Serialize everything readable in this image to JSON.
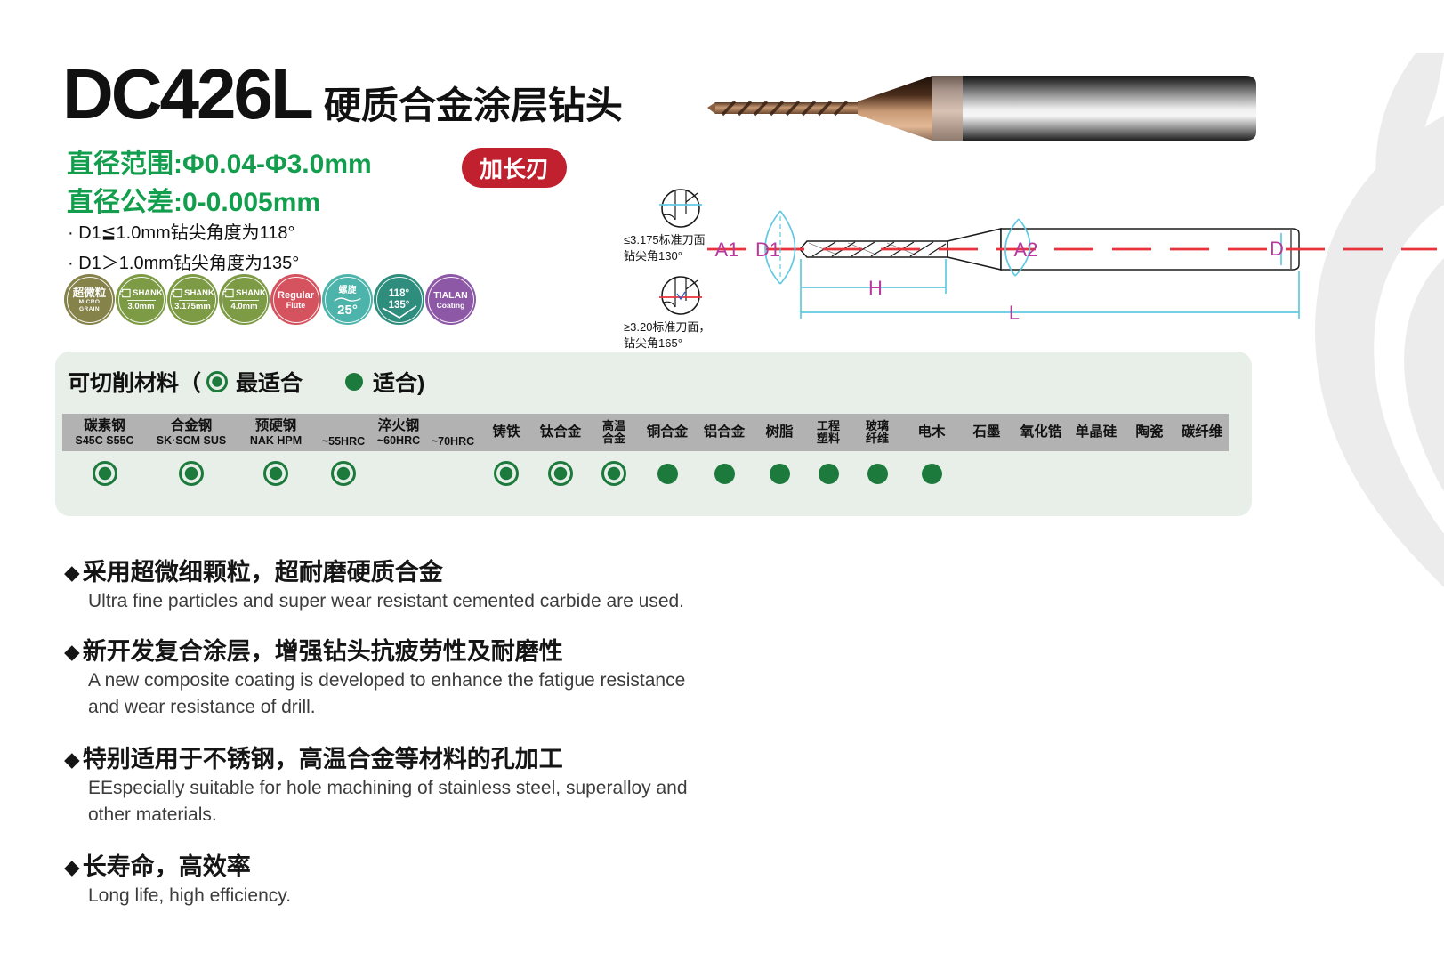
{
  "colors": {
    "accent_green": "#129e4d",
    "flag_red": "#c1202e",
    "mark": "#1c7a3c",
    "magenta": "#b6399b",
    "cyan": "#62c9e2",
    "line_red": "#e8323c",
    "panel_bg": "#e8efe9",
    "strip_gray": "#b2b2b2"
  },
  "header": {
    "model": "DC426L",
    "subtitle": "硬质合金涂层钻头",
    "spec_lines": [
      "直径范围:Φ0.04-Φ3.0mm",
      "直径公差:0-0.005mm"
    ],
    "flag": "加长刃",
    "notes": [
      "· D1≦1.0mm钻尖角度为118°",
      "· D1＞1.0mm钻尖角度为135°"
    ]
  },
  "feature_badges": [
    {
      "name": "micro-grain",
      "line1": "超微粒",
      "line2": "MICRO",
      "line3": "GRAIN",
      "color": "#85824a"
    },
    {
      "name": "shank-3.0mm",
      "line1": "SHANK",
      "line2": "3.0mm",
      "color": "#7d9a45"
    },
    {
      "name": "shank-3.175mm",
      "line1": "SHANK",
      "line2": "3.175mm",
      "color": "#7d9a45"
    },
    {
      "name": "shank-4.0mm",
      "line1": "SHANK",
      "line2": "4.0mm",
      "color": "#7d9a45"
    },
    {
      "name": "regular-flute",
      "line1": "Regular",
      "line2": "Flute",
      "color": "#d5525f"
    },
    {
      "name": "helix-25",
      "line1": "螺旋",
      "line2": "25°",
      "color": "#4cb4aa"
    },
    {
      "name": "point-angle-118-135",
      "line1": "118°",
      "line2": "135°",
      "color": "#2f8d7e"
    },
    {
      "name": "tialan-coating",
      "line1": "TIALAN",
      "line2": "Coating",
      "color": "#8d58a6"
    }
  ],
  "diagram": {
    "views": [
      {
        "line1": "≤3.175标准刀面",
        "line2": "钻尖角130°"
      },
      {
        "line1": "≥3.20标准刀面，",
        "line2": "钻尖角165°"
      }
    ],
    "labels": {
      "a1": "A1",
      "d1": "D1",
      "a2": "A2",
      "d": "D",
      "h": "H",
      "l": "L"
    }
  },
  "materials": {
    "title": "可切削材料（",
    "legend_best": "最适合",
    "legend_good": "适合)",
    "columns": [
      {
        "top": "碳素钢",
        "top2": "",
        "sub": "S45C S55C",
        "mark": "best"
      },
      {
        "top": "合金钢",
        "top2": "",
        "sub": "SK·SCM SUS",
        "mark": "best"
      },
      {
        "top": "预硬钢",
        "top2": "",
        "sub": "NAK HPM",
        "mark": "best"
      },
      {
        "top": "",
        "top2": "",
        "sub": "~55HRC",
        "mark": "best"
      },
      {
        "top": "淬火钢",
        "top2": "",
        "sub": "~60HRC",
        "mark": "none"
      },
      {
        "top": "",
        "top2": "",
        "sub": "~70HRC",
        "mark": "none"
      },
      {
        "top": "铸铁",
        "top2": "",
        "sub": "",
        "mark": "best"
      },
      {
        "top": "钛合金",
        "top2": "",
        "sub": "",
        "mark": "best"
      },
      {
        "top": "高温",
        "top2": "合金",
        "sub": "",
        "mark": "best"
      },
      {
        "top": "铜合金",
        "top2": "",
        "sub": "",
        "mark": "good"
      },
      {
        "top": "铝合金",
        "top2": "",
        "sub": "",
        "mark": "good"
      },
      {
        "top": "树脂",
        "top2": "",
        "sub": "",
        "mark": "good"
      },
      {
        "top": "工程",
        "top2": "塑料",
        "sub": "",
        "mark": "good"
      },
      {
        "top": "玻璃",
        "top2": "纤维",
        "sub": "",
        "mark": "good"
      },
      {
        "top": "电木",
        "top2": "",
        "sub": "",
        "mark": "good"
      },
      {
        "top": "石墨",
        "top2": "",
        "sub": "",
        "mark": "none"
      },
      {
        "top": "氧化锆",
        "top2": "",
        "sub": "",
        "mark": "none"
      },
      {
        "top": "单晶硅",
        "top2": "",
        "sub": "",
        "mark": "none"
      },
      {
        "top": "陶瓷",
        "top2": "",
        "sub": "",
        "mark": "none"
      },
      {
        "top": "碳纤维",
        "top2": "",
        "sub": "",
        "mark": "none"
      }
    ]
  },
  "bullet_glyph": "◆",
  "features": [
    {
      "zh": "采用超微细颗粒，超耐磨硬质合金",
      "en1": "Ultra fine particles and super wear resistant cemented carbide are used.",
      "en2": ""
    },
    {
      "zh": "新开发复合涂层，增强钻头抗疲劳性及耐磨性",
      "en1": "A new composite coating is developed to enhance the fatigue resistance",
      "en2": "and wear resistance of drill."
    },
    {
      "zh": "特别适用于不锈钢，高温合金等材料的孔加工",
      "en1": "EEspecially suitable for hole machining of stainless steel, superalloy and",
      "en2": "other materials."
    },
    {
      "zh": "长寿命，高效率",
      "en1": "Long life, high efficiency.",
      "en2": ""
    }
  ]
}
